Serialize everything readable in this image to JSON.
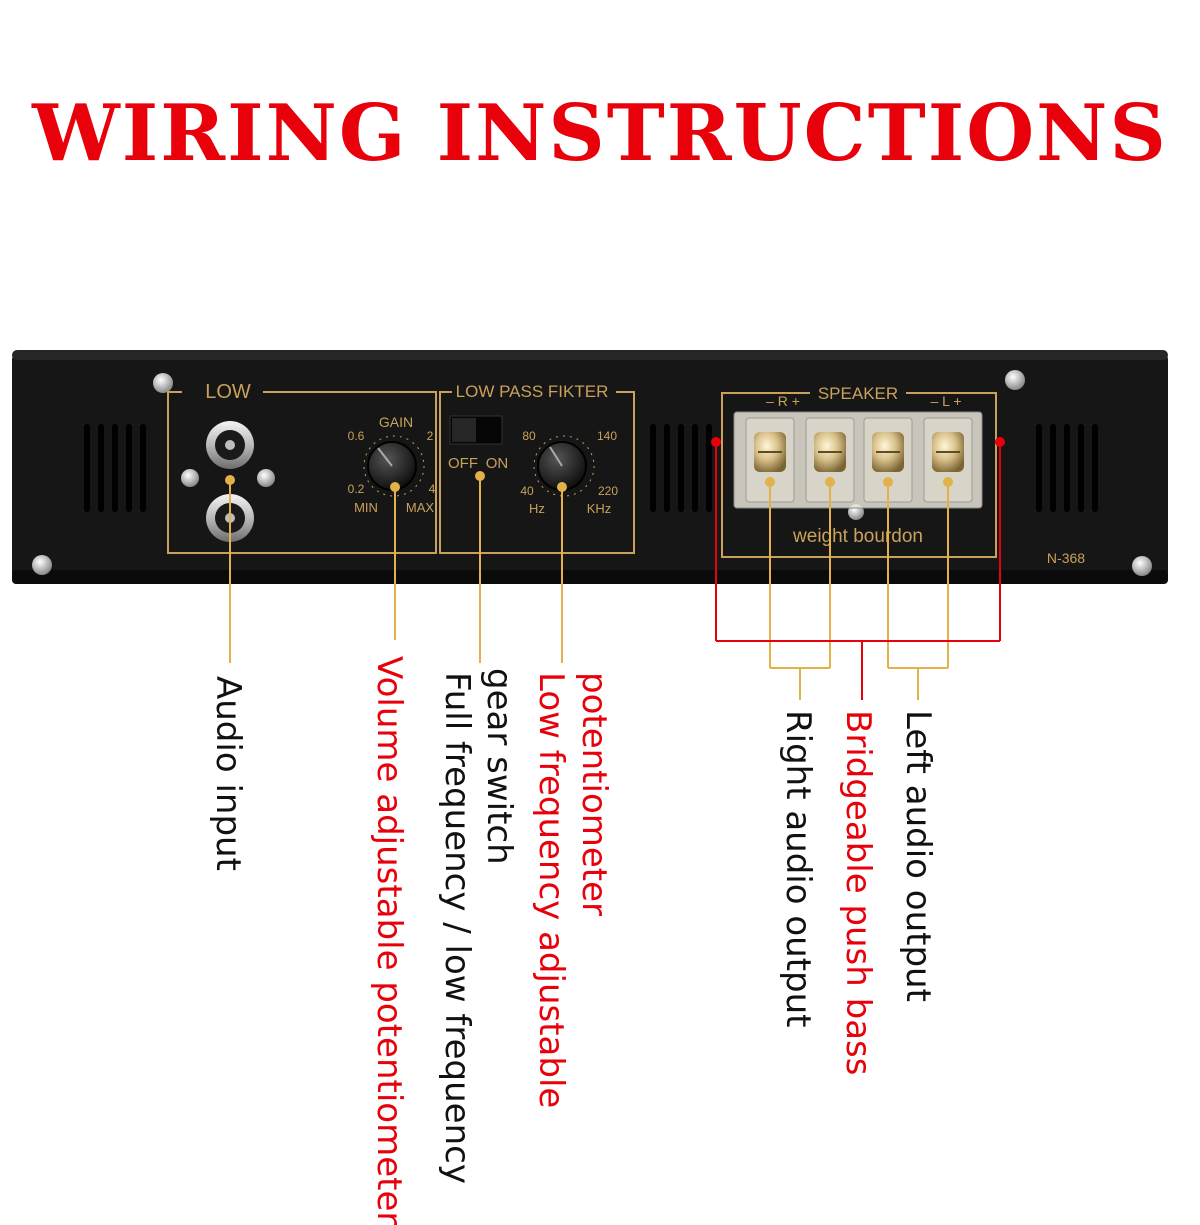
{
  "title": "WIRING INSTRUCTIONS",
  "colors": {
    "accent_red": "#e8000b",
    "panel_black": "#161616",
    "gold": "#c9a15a",
    "line_gold": "#e2b14a",
    "callout_black": "#111111"
  },
  "panel": {
    "low_section": "LOW",
    "gain_label": "GAIN",
    "gain_ticks": {
      "t06": "0.6",
      "t2": "2",
      "t02": "0.2",
      "t4": "4"
    },
    "min_label": "MIN",
    "max_label": "MAX",
    "filter_section": "LOW PASS FIKTER",
    "off_label": "OFF",
    "on_label": "ON",
    "freq_ticks": {
      "t80": "80",
      "t140": "140",
      "t40": "40",
      "t220": "220"
    },
    "hz_label": "Hz",
    "khz_label": "KHz",
    "speaker_section": "SPEAKER",
    "right_pole": "– R +",
    "left_pole": "– L +",
    "brand_text": "weight bourdon",
    "model": "N-368"
  },
  "callouts": {
    "audio_input": "Audio input",
    "volume_pot": "Volume adjustable potentiometer",
    "gear_switch_line1": "gear switch",
    "gear_switch_line2": "Full frequency / low frequency",
    "low_freq_line1": "potentiometer",
    "low_freq_line2": "Low frequency adjustable",
    "right_output": "Right audio output",
    "bridge_output": "Bridgeable push bass",
    "left_output": "Left audio output"
  }
}
